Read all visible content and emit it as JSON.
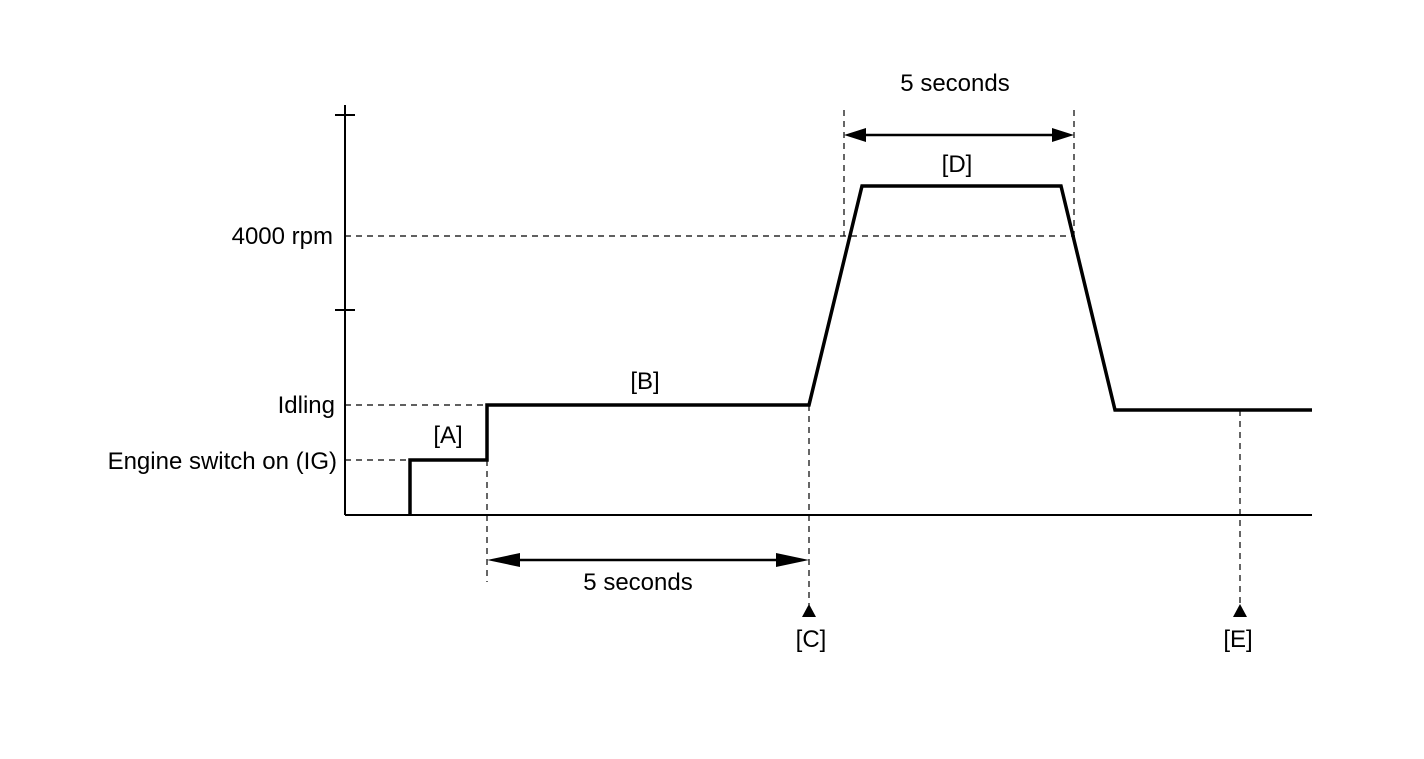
{
  "y_labels": {
    "rpm_4000": "4000 rpm",
    "idling": "Idling",
    "engine_switch_on": "Engine switch on (IG)"
  },
  "phases": {
    "a": "[A]",
    "b": "[B]",
    "c": "[C]",
    "d": "[D]",
    "e": "[E]"
  },
  "durations": {
    "top": "5 seconds",
    "bottom": "5 seconds"
  }
}
